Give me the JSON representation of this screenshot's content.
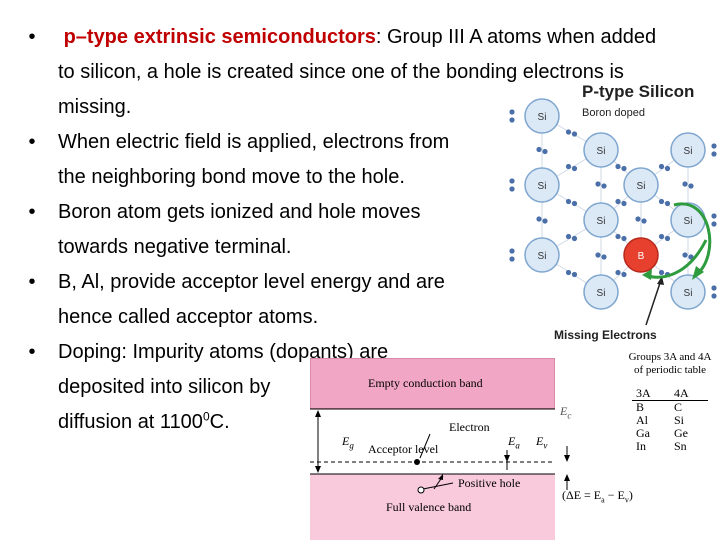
{
  "bullets": [
    {
      "marker": "•",
      "highlight": "p–type extrinsic semiconductors",
      "text": ": Group III A atoms when added",
      "line2": "to silicon, a hole is created since one of the bonding electrons is",
      "line3": "missing."
    },
    {
      "marker": "•",
      "line1": "When electric field is applied, electrons from",
      "line2": "the neighboring bond move to the hole."
    },
    {
      "marker": "•",
      "line1": "Boron atom gets ionized and hole moves",
      "line2": "towards negative terminal."
    },
    {
      "marker": "•",
      "line1": "B, Al, provide acceptor level energy and are",
      "line2": "hence called acceptor atoms."
    },
    {
      "marker": "•",
      "line1": "Doping: Impurity atoms (dopants) are",
      "line2": "deposited into silicon by",
      "line3_pre": "diffusion at 1100",
      "line3_sup": "0",
      "line3_post": "C."
    }
  ],
  "lattice": {
    "title": "P-type Silicon",
    "subtitle": "Boron doped",
    "atom_label": "Si",
    "dopant_label": "B",
    "missing_label": "Missing Electrons",
    "colors": {
      "atom": "#dbe8f6",
      "atom_stroke": "#7fa6cf",
      "electron": "#4b6fa8",
      "dopant": "#e8402e",
      "arrow": "#2e9c3e"
    }
  },
  "groups": {
    "title_line1": "Groups 3A and 4A",
    "title_line2": "of periodic table",
    "headers": [
      "3A",
      "4A"
    ],
    "rows": [
      [
        "B",
        "C"
      ],
      [
        "Al",
        "Si"
      ],
      [
        "Ga",
        "Ge"
      ],
      [
        "In",
        "Sn"
      ]
    ]
  },
  "band": {
    "conduction": "Empty conduction band",
    "valence": "Full valence band",
    "electron": "Electron",
    "acceptor": "Acceptor level",
    "hole": "Positive hole",
    "eg": "E",
    "eg_sub": "g",
    "ea": "E",
    "ea_sub": "a",
    "ev": "E",
    "ev_sub": "v",
    "ec": "E",
    "ec_sub": "c",
    "delta": "(ΔE = E",
    "delta_a": "a",
    "delta_mid": " − E",
    "delta_v": "v",
    "delta_end": ")",
    "colors": {
      "conduction": "#f2a6c5",
      "valence": "#f9cadb"
    }
  }
}
